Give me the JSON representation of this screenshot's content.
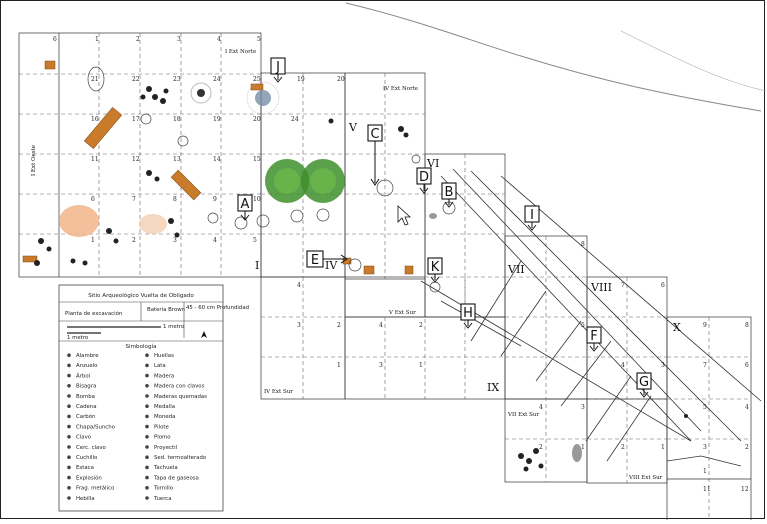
{
  "legend": {
    "site_title": "Sitio Arqueológico Vuelta de Obligado",
    "plan_label": "Planta de excavación",
    "battery_label": "Batería Brown",
    "depth_label": "45 - 60 cm Profundidad",
    "scale_1": "1 metro",
    "scale_2": "1 metro",
    "symbology_title": "Simbología",
    "items_left": [
      "Alambre",
      "Anzuelo",
      "Árbol",
      "Bisagra",
      "Bomba",
      "Cadena",
      "Carbón",
      "Chapa/Suncho",
      "Clavo",
      "Cerc. clavo",
      "Cuchillo",
      "Estaca",
      "Explosión",
      "Frag. metálico",
      "Hebilla"
    ],
    "items_right": [
      "Huellas",
      "Lata",
      "Madera",
      "Madera con clavos",
      "Maderas quemadas",
      "Medalla",
      "Moneda",
      "Pilote",
      "Plomo",
      "Proyectil",
      "Sed. termoalterado",
      "Tachuela",
      "Tapa de gaseosa",
      "Tornillo",
      "Tuerca"
    ]
  },
  "sectors": {
    "I": "I",
    "I_ext_norte": "I Ext Norte",
    "I_ext_oeste": "I Ext Oeste",
    "IV": "IV",
    "IV_ext_norte": "IV Ext Norte",
    "IV_ext_sur": "IV Ext Sur",
    "V": "V",
    "V_ext_sur": "V Ext Sur",
    "VI": "VI",
    "VII": "VII",
    "VII_ext_sur": "VII Ext Sur",
    "VIII": "VIII",
    "VIII_ext_sur": "VIII Ext Sur",
    "IX": "IX",
    "X": "X"
  },
  "markers": [
    "A",
    "B",
    "C",
    "D",
    "E",
    "F",
    "G",
    "H",
    "I",
    "J",
    "K"
  ],
  "grid_numbers": {
    "top_row": [
      "6",
      "1",
      "2",
      "3",
      "4",
      "5"
    ],
    "row2": [
      "21",
      "22",
      "23",
      "24",
      "25"
    ],
    "row3": [
      "16",
      "17",
      "18",
      "19",
      "20"
    ],
    "row4": [
      "11",
      "12",
      "13",
      "14",
      "15"
    ],
    "row5": [
      "6",
      "7",
      "8",
      "9",
      "10"
    ],
    "row6": [
      "1",
      "2",
      "3",
      "4",
      "5"
    ],
    "ivext_norte": [
      "19",
      "24",
      "20"
    ],
    "ivext_sur": [
      "4",
      "3",
      "2",
      "1"
    ],
    "v_ext_sur": [
      "4",
      "3",
      "2",
      "1"
    ],
    "viii": [
      "8",
      "7",
      "6",
      "5",
      "4",
      "3",
      "2",
      "1"
    ],
    "vii_ext": [
      "4",
      "3",
      "2",
      "1"
    ],
    "x_nums": [
      "9",
      "8",
      "7",
      "6",
      "5",
      "4",
      "3",
      "2",
      "1",
      "11",
      "12"
    ]
  },
  "colors": {
    "wood": "#c97a2b",
    "tree": "#3e8f2a",
    "sediment": "#f2b48a",
    "ink": "#222222"
  }
}
